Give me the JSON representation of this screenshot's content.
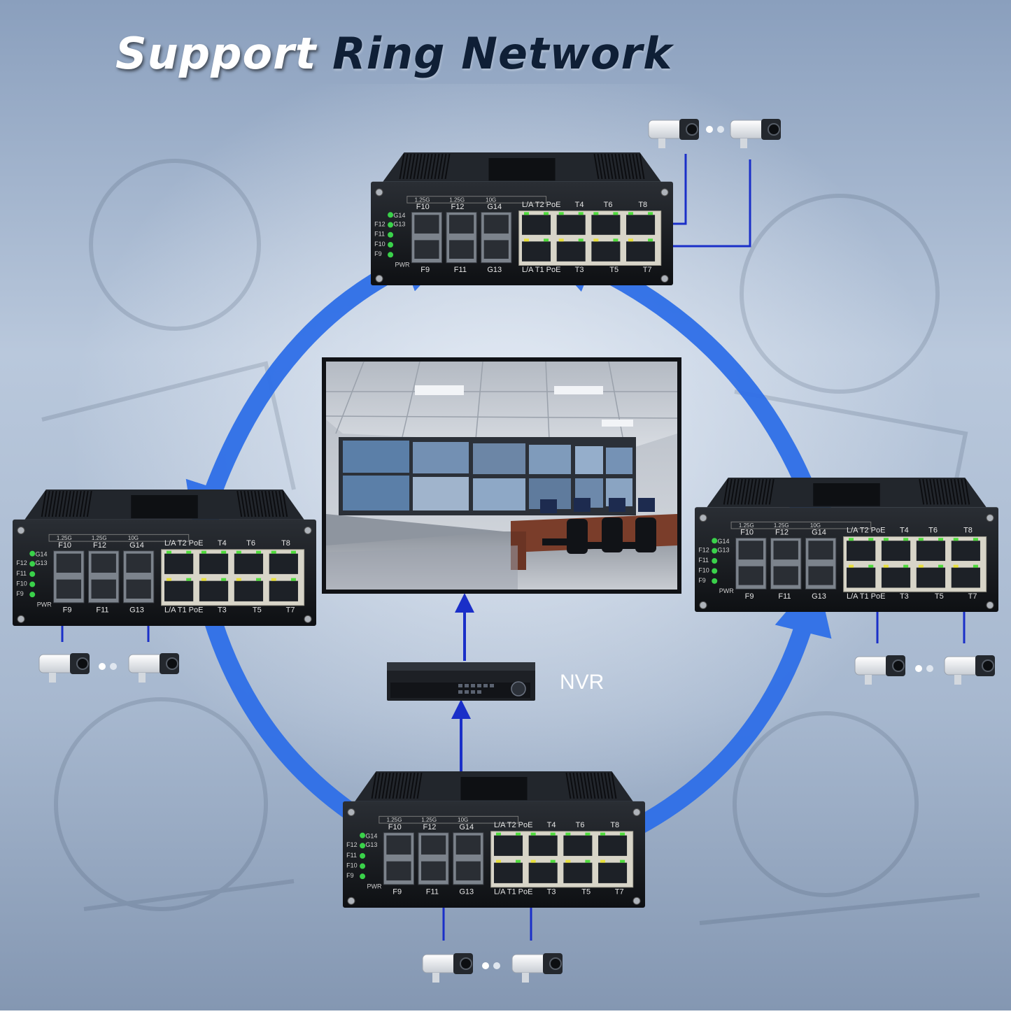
{
  "title": {
    "part1": "Support",
    "part2": "Ring Network"
  },
  "colors": {
    "ring_arrow": "#2f6fe8",
    "link_line": "#1a2fc8",
    "switch_body": "#16191d",
    "background": "#aebdd2",
    "text_dark": "#0f1f36"
  },
  "switch_labels": {
    "speed_a": "1.25G",
    "speed_b": "1.25G",
    "speed_c": "10G",
    "f10": "F10",
    "f12": "F12",
    "g14": "G14",
    "f9": "F9",
    "f11": "F11",
    "g13": "G13",
    "port_top_left": "L/A T2 PoE",
    "t4": "T4",
    "t6": "T6",
    "t8": "T8",
    "port_bottom_left": "L/A T1 PoE",
    "t3": "T3",
    "t5": "T5",
    "t7": "T7",
    "led_g14": "G14",
    "led_g13": "G13",
    "led_f12": "F12",
    "led_f11": "F11",
    "led_f10": "F10",
    "led_f9": "F9",
    "led_pwr": "PWR"
  },
  "nvr": {
    "label": "NVR"
  },
  "icons": [
    "ip-camera-icon",
    "ring-arrow-icon",
    "uplink-arrow-icon",
    "nvr-recorder-icon",
    "control-room-monitor-icon"
  ]
}
